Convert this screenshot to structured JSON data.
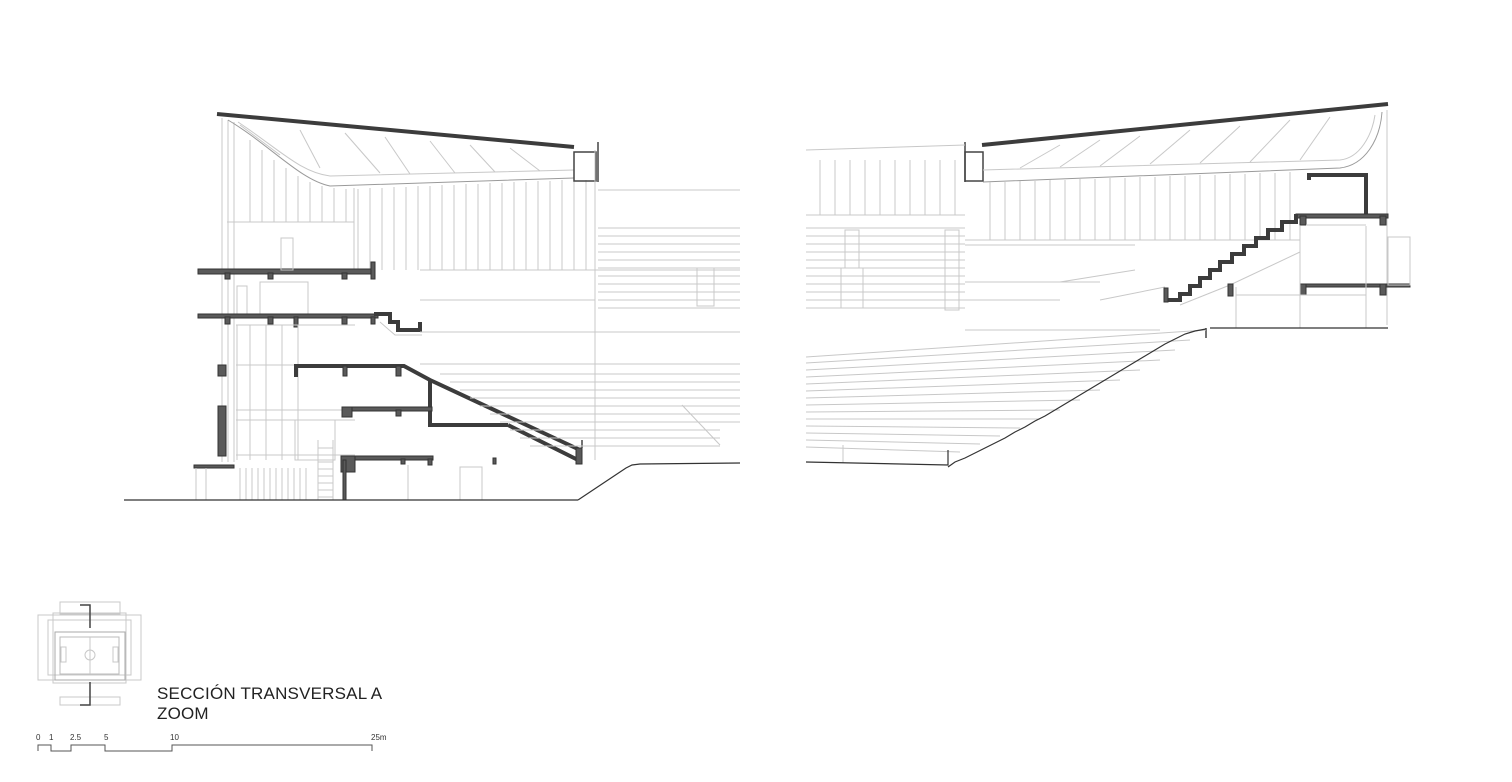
{
  "drawing": {
    "title_line1": "SECCIÓN TRANSVERSAL A",
    "title_line2": "ZOOM",
    "type": "architectural cross-section",
    "colors": {
      "cut_fill": "#5a5a5a",
      "projection_line": "#c8c8c8",
      "outline": "#333333",
      "background": "#ffffff"
    }
  },
  "scale_bar": {
    "ticks": [
      "0",
      "1",
      "2.5",
      "5",
      "10",
      "25m"
    ]
  },
  "key_plan": {
    "icon": "stadium-plan-icon",
    "section_marker": "section-cut-marker-icon"
  }
}
